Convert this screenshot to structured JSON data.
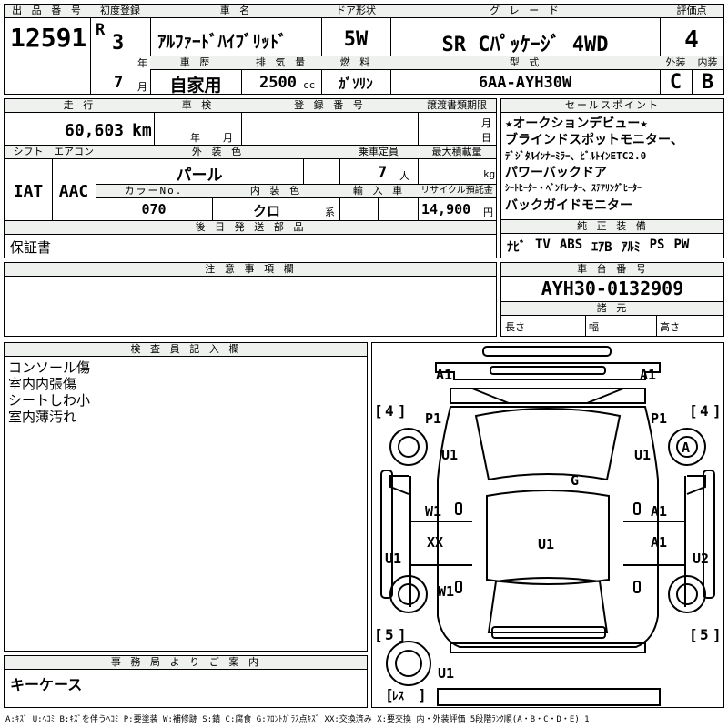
{
  "top": {
    "lot_no_label": "出 品 番 号",
    "lot_no": "12591",
    "first_reg_label": "初度登録",
    "era": "R",
    "year": "3",
    "year_unit": "年",
    "month": "7",
    "month_unit": "月",
    "name_label": "車 名",
    "name": "ｱﾙﾌｧｰﾄﾞﾊｲﾌﾞﾘｯﾄﾞ",
    "door_label": "ドア形状",
    "door": "5W",
    "grade_label": "グ レ ー ド",
    "grade": "SR Cﾊﾟｯｹｰｼﾞ 4WD",
    "score_label": "評価点",
    "score": "4",
    "history_label": "車 歴",
    "history": "自家用",
    "disp_label": "排 気 量",
    "disp": "2500",
    "disp_unit": "cc",
    "fuel_label": "燃 料",
    "fuel": "ｶﾞｿﾘﾝ",
    "model_label": "型 式",
    "model": "6AA-AYH30W",
    "ext_label": "外装",
    "ext": "C",
    "int_label": "内装",
    "int": "B"
  },
  "mid": {
    "mileage_label": "走 行",
    "mileage": "60,603",
    "mileage_unit": "km",
    "inspect_label": "車 検",
    "inspect_year": "年",
    "inspect_month": "月",
    "regno_label": "登 録 番 号",
    "transfer_label": "譲渡書類期限",
    "transfer_month": "月",
    "transfer_day": "日",
    "shift_label": "シフト",
    "shift": "IAT",
    "ac_label": "エアコン",
    "ac": "AAC",
    "color_label": "外 装 色",
    "color": "パール",
    "capacity_label": "乗車定員",
    "capacity": "7",
    "capacity_unit": "人",
    "load_label": "最大積載量",
    "load_unit": "kg",
    "colorno_label": "カラーNo.",
    "colorno": "070",
    "intcolor_label": "内 装 色",
    "intcolor": "クロ",
    "intcolor_unit": "系",
    "import_label": "輸 入 車",
    "recycle_label": "リサイクル預託金",
    "recycle": "14,900",
    "recycle_unit": "円",
    "later_label": "後 日 発 送 部 品",
    "later": "保証書"
  },
  "sales": {
    "label": "セールスポイント",
    "lines": [
      "★オークションデビュー★",
      "ブラインドスポットモニター、",
      "ﾃﾞｼﾞﾀﾙｲﾝﾅｰﾐﾗｰ、ﾋﾞﾙﾄｲﾝETC2.0",
      "パワーバックドア",
      "ｼｰﾄﾋｰﾀｰ・ﾍﾞﾝﾁﾚｰﾀｰ、ｽﾃｱﾘﾝｸﾞﾋｰﾀｰ",
      "バックガイドモニター"
    ]
  },
  "equip": {
    "label": "純 正 装 備",
    "items": [
      "ﾅﾋﾞ",
      "TV",
      "ABS",
      "ｴｱB",
      "ｱﾙﾐ",
      "PS",
      "PW"
    ]
  },
  "notes": {
    "label": "注 意 事 項 欄"
  },
  "chassis": {
    "label": "車 台 番 号",
    "value": "AYH30-0132909",
    "spec_label": "諸 元",
    "length": "長さ",
    "width": "幅",
    "height": "高さ"
  },
  "inspector": {
    "label": "検 査 員 記 入 欄",
    "lines": [
      "コンソール傷",
      "室内内張傷",
      "シートしわ小",
      "室内薄汚れ"
    ]
  },
  "office": {
    "label": "事 務 局 よ り ご 案 内",
    "text": "キーケース"
  },
  "diagram": {
    "marks": {
      "a1_left": "A1",
      "a1_right": "A1",
      "p1_left": "P1",
      "p1_right": "P1",
      "u1_front_left": "U1",
      "u1_front_right": "U1",
      "a_wheel": "A",
      "g_glass": "G",
      "w1_left": "W1",
      "a1_mid_right": "A1",
      "xx": "XX",
      "u1_center": "U1",
      "a1_rear_right": "A1",
      "u1_side_left": "U1",
      "u2_side_right": "U2",
      "w1_rear_left": "W1",
      "u1_bottom": "U1"
    },
    "num_4_left": "4",
    "num_4_right": "4",
    "num_5_left": "5",
    "num_5_right": "5",
    "less": "ﾚｽ"
  },
  "legend": "A:ｷｽﾞ U:ﾍｺﾐ B:ｷｽﾞを伴うﾍｺﾐ P:要塗装 W:補修跡 S:錆 C:腐食 G:ﾌﾛﾝﾄｶﾞﾗｽ点ｷｽﾞ XX:交換済み X:要交換 内・外装評価 5段階ﾗﾝｸ順(A・B・C・D・E) 1"
}
